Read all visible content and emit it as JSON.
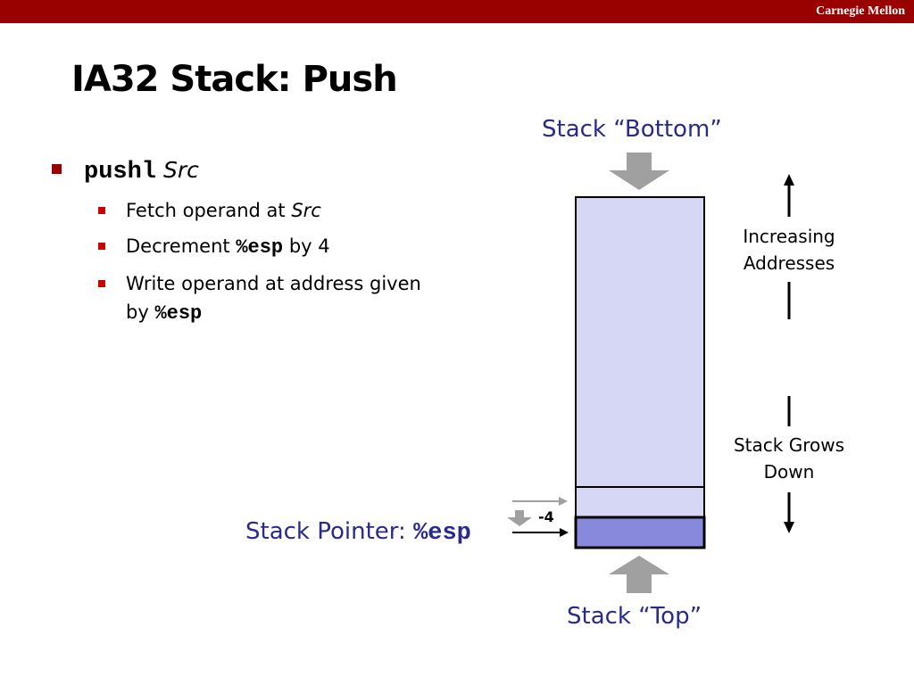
{
  "header": {
    "brand": "Carnegie Mellon"
  },
  "slide": {
    "title": "IA32 Stack: Push"
  },
  "bullets": {
    "main": {
      "instr": "pushl",
      "operand": "Src"
    },
    "sub": [
      {
        "before": "Fetch operand at ",
        "italic": "Src"
      },
      {
        "before": "Decrement ",
        "code": "%esp",
        "after": " by 4"
      },
      {
        "line1": "Write operand at address given",
        "before": "by ",
        "code": "%esp"
      }
    ]
  },
  "diagram": {
    "bottom_label": "Stack “Bottom”",
    "top_label": "Stack “Top”",
    "pointer_label": "Stack Pointer: ",
    "pointer_register": "%esp",
    "delta": "-4",
    "increasing_line1": "Increasing",
    "increasing_line2": "Addresses",
    "grows_line1": "Stack Grows",
    "grows_line2": "Down",
    "colors": {
      "header": "#990000",
      "stack_fill": "#d6d6f5",
      "new_slot_fill": "#8888dd",
      "label_blue": "#2a2a8a",
      "gray_arrow": "#a0a0a0"
    }
  }
}
